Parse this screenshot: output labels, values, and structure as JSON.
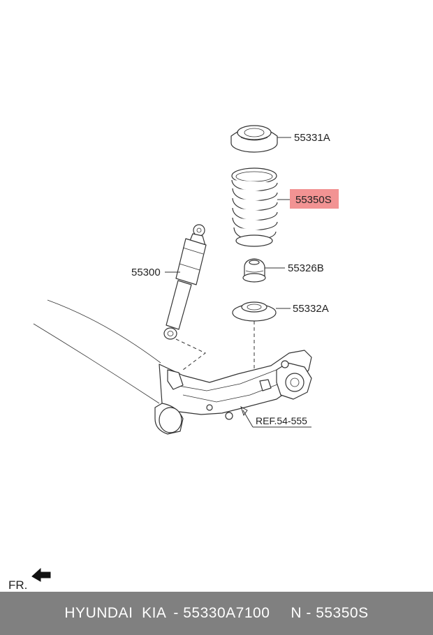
{
  "diagram": {
    "parts": [
      {
        "id": "p1",
        "label": "55331A",
        "highlighted": false
      },
      {
        "id": "p2",
        "label": "55350S",
        "highlighted": true
      },
      {
        "id": "p3",
        "label": "55326B",
        "highlighted": false
      },
      {
        "id": "p4",
        "label": "55332A",
        "highlighted": false
      },
      {
        "id": "p5",
        "label": "55300",
        "highlighted": false
      }
    ],
    "reference_label": "REF.54-555",
    "direction_label": "FR.",
    "highlight_color": "#f08080"
  },
  "footer": {
    "brand": "HYUNDAI  KIA",
    "part_number_text": "- 55330A7100",
    "n_text": "N - 55350S"
  }
}
